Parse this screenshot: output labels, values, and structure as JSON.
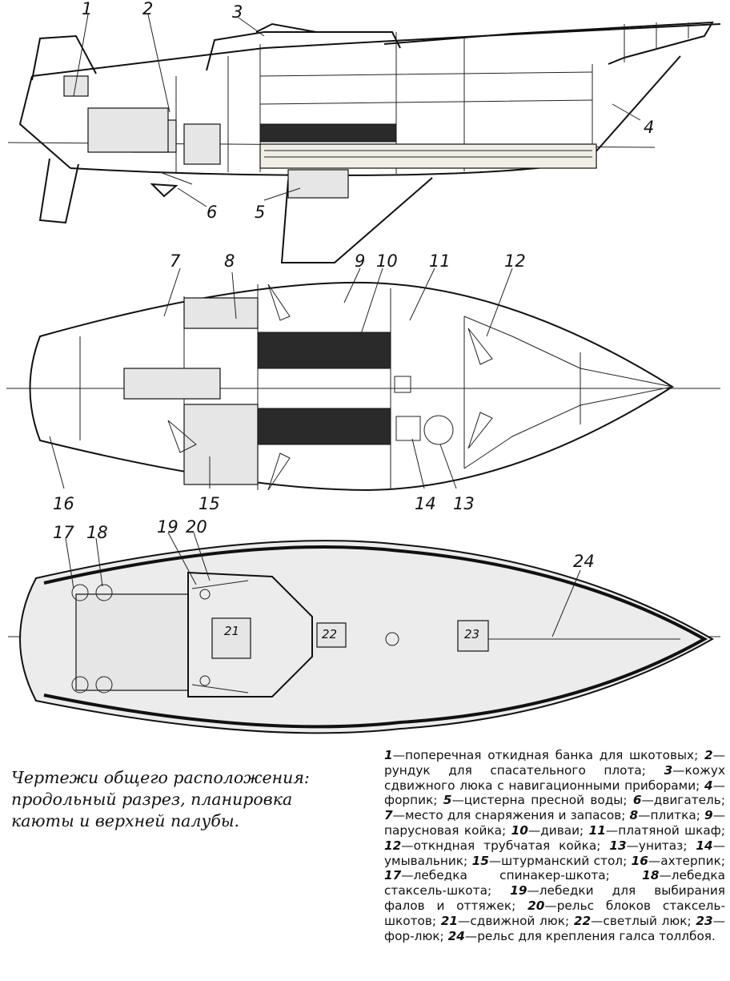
{
  "caption": "Чертежи общего расположения: продольный разрез, планировка каюты и верхней палубы.",
  "callouts": [
    "1",
    "2",
    "3",
    "4",
    "5",
    "6",
    "7",
    "8",
    "9",
    "10",
    "11",
    "12",
    "13",
    "14",
    "15",
    "16",
    "17",
    "18",
    "19",
    "20",
    "21",
    "22",
    "23",
    "24"
  ],
  "legend": [
    {
      "num": "1",
      "text": "поперечная откидная банка для шкотовых;"
    },
    {
      "num": "2",
      "text": "рундук для спасательного плота;"
    },
    {
      "num": "3",
      "text": "кожух сдвижного люка с навигационными приборами;"
    },
    {
      "num": "4",
      "text": "форпик;"
    },
    {
      "num": "5",
      "text": "цистерна пресной воды;"
    },
    {
      "num": "6",
      "text": "двигатель;"
    },
    {
      "num": "7",
      "text": "место для снаряжения и запасов;"
    },
    {
      "num": "8",
      "text": "плитка;"
    },
    {
      "num": "9",
      "text": "парусновая койка;"
    },
    {
      "num": "10",
      "text": "диваи;"
    },
    {
      "num": "11",
      "text": "платяной шкаф;"
    },
    {
      "num": "12",
      "text": "откндная трубчатая койка;"
    },
    {
      "num": "13",
      "text": "унитаз;"
    },
    {
      "num": "14",
      "text": "умывальник;"
    },
    {
      "num": "15",
      "text": "штурманский стол;"
    },
    {
      "num": "16",
      "text": "ахтерпик;"
    },
    {
      "num": "17",
      "text": "лебедка спинакер-шкота;"
    },
    {
      "num": "18",
      "text": "лебедка стаксель-шкота;"
    },
    {
      "num": "19",
      "text": "лебедки для выбирания фалов и оттяжек;"
    },
    {
      "num": "20",
      "text": "рельс блоков стаксель-шкотов;"
    },
    {
      "num": "21",
      "text": "сдвижной люк;"
    },
    {
      "num": "22",
      "text": "светлый люк;"
    },
    {
      "num": "23",
      "text": "фор-люк;"
    },
    {
      "num": "24",
      "text": "рельс для крепления галса толлбоя."
    }
  ]
}
